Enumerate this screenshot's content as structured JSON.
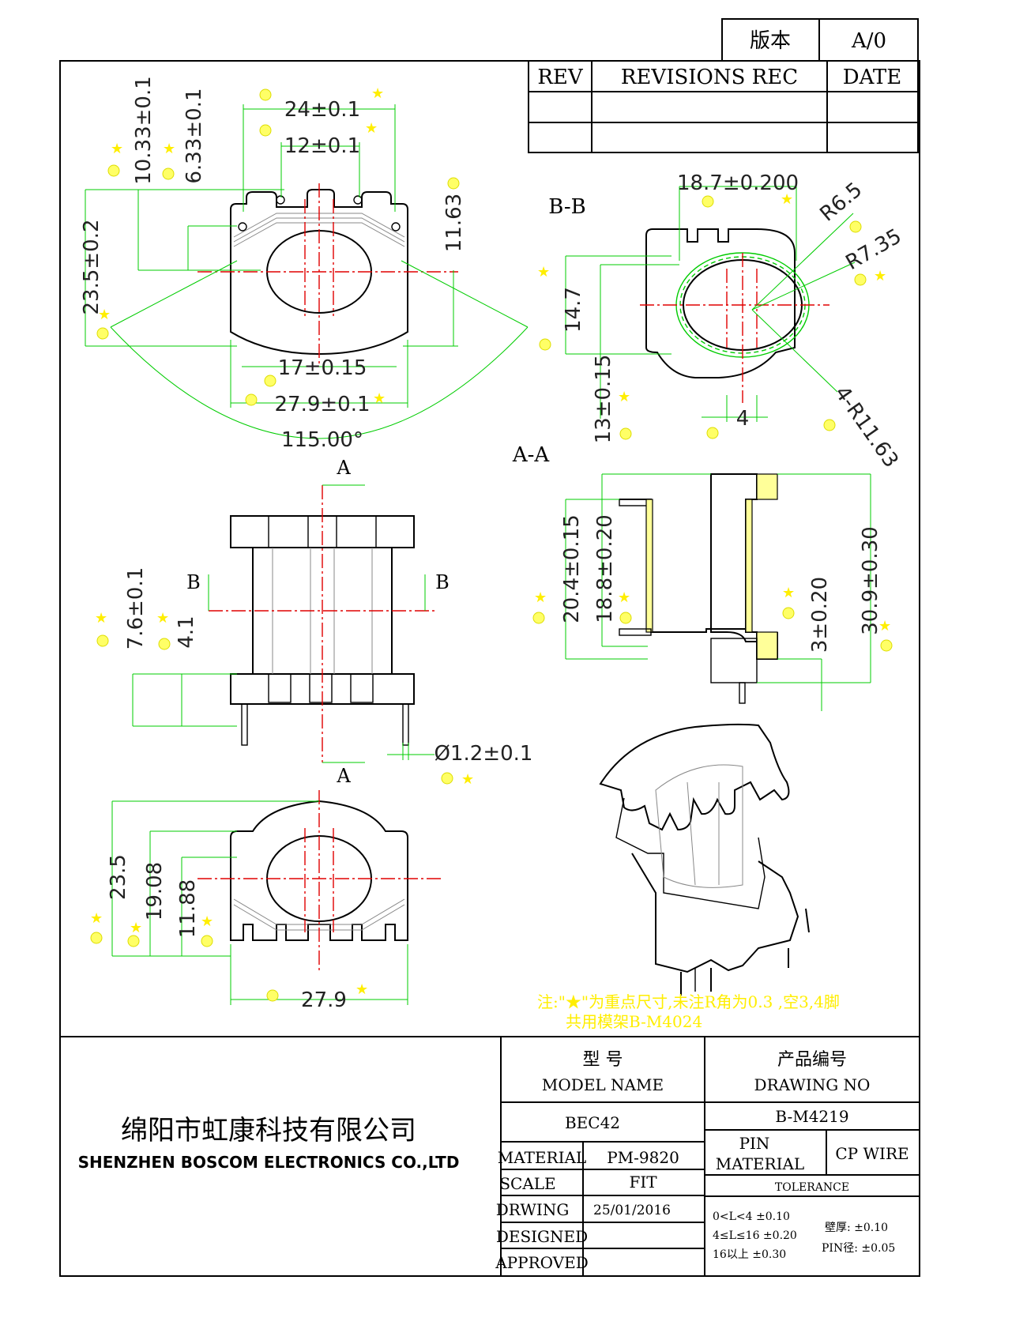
{
  "version_box": {
    "label": "版本",
    "value": "A/0"
  },
  "revisions": {
    "rev": "REV",
    "rec": "REVISIONS REC",
    "date": "DATE"
  },
  "views": {
    "bb": "B-B",
    "aa": "A-A",
    "a_top": "A",
    "a_bottom": "A",
    "b_left": "B",
    "b_right": "B"
  },
  "dims": {
    "d1": "24±0.1",
    "d2": "12±0.1",
    "d3": "10.33±0.1",
    "d4": "6.33±0.1",
    "d5": "23.5±0.2",
    "d6": "11.63",
    "d7": "17±0.15",
    "d8": "27.9±0.1",
    "d9": "115.00°",
    "d10": "18.7±0.200",
    "d11": "R6.5",
    "d12": "R7.35",
    "d13": "14.7",
    "d14": "13±0.15",
    "d15": "4",
    "d16": "4-R11.63",
    "d17": "20.4±0.15",
    "d18": "18.8±0.20",
    "d19": "3±0.20",
    "d20": "30.9±0.30",
    "d21": "7.6±0.1",
    "d22": "4.1",
    "d23": "Ø1.2±0.1",
    "d24": "23.5",
    "d25": "19.08",
    "d26": "11.88",
    "d27": "27.9"
  },
  "note": {
    "line1": "注:\"★\"为重点尺寸,未注R角为0.3 ,空3,4脚",
    "line2": "共用模架B-M4024"
  },
  "title_block": {
    "company_cn": "绵阳市虹康科技有限公司",
    "company_en": "SHENZHEN BOSCOM ELECTRONICS CO.,LTD",
    "model_cn": "型 号",
    "model_en": "MODEL NAME",
    "drawing_cn": "产品编号",
    "drawing_en": "DRAWING NO",
    "model_value": "BEC42",
    "drawing_value": "B-M4219",
    "material_label": "MATERIAL",
    "material_value": "PM-9820",
    "pin_material_1": "PIN",
    "pin_material_2": "MATERIAL",
    "pin_material_value": "CP WIRE",
    "scale_label": "SCALE",
    "scale_value": "FIT",
    "drwing_label": "DRWING",
    "drwing_value": "25/01/2016",
    "designed_label": "DESIGNED",
    "approved_label": "APPROVED",
    "tolerance_label": "TOLERANCE",
    "tol_1": "0<L<4 ±0.10",
    "tol_2": "4≤L≤16 ±0.20",
    "tol_3": "16以上 ±0.30",
    "wall": "壁厚: ±0.10",
    "pin_dia": "PIN径: ±0.05"
  },
  "colors": {
    "dimension": "#00cc00",
    "centerline": "#e00000",
    "highlight": "#ffff66"
  }
}
